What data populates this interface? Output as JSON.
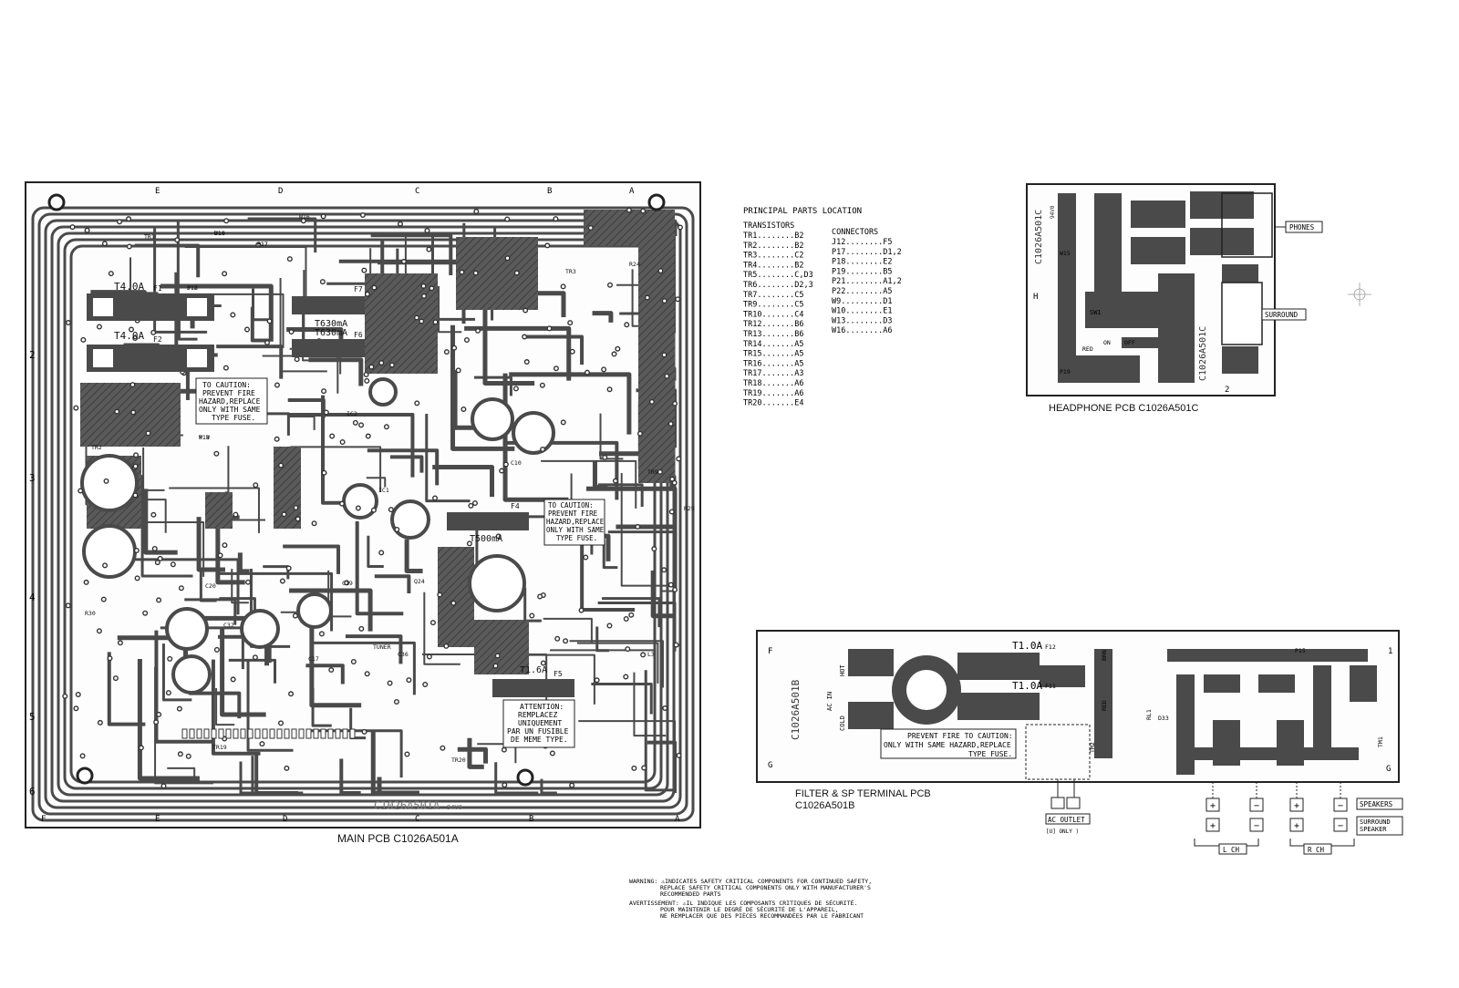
{
  "main_pcb": {
    "title": "MAIN PCB C1026A501A",
    "board_marking": "C1026A501A",
    "grade": "94V0",
    "grid_cols": [
      "F",
      "E",
      "D",
      "C",
      "B",
      "A"
    ],
    "grid_rows": [
      "2",
      "3",
      "4",
      "5",
      "6"
    ],
    "fuses": [
      {
        "ref": "F1",
        "rating": "T4.0A"
      },
      {
        "ref": "F2",
        "rating": "T4.0A"
      },
      {
        "ref": "F7",
        "rating": "T630mA"
      },
      {
        "ref": "F6",
        "rating": "T630mA"
      },
      {
        "ref": "F4",
        "rating": "T500mA"
      },
      {
        "ref": "F5",
        "rating": "T1.6A"
      }
    ],
    "caution_lines": [
      "TO CAUTION:",
      "PREVENT FIRE",
      "HAZARD,REPLACE",
      "ONLY WITH SAME",
      "TYPE FUSE."
    ],
    "attention_lines": [
      "ATTENTION:",
      "REMPLACEZ",
      "UNIQUEMENT",
      "PAR UN FUSIBLE",
      "DE MEME TYPE."
    ],
    "labels": [
      "P18",
      "P17",
      "W10",
      "W13",
      "W16",
      "TR1",
      "TR2",
      "TR3",
      "TR9",
      "TR19",
      "TR20",
      "IC1",
      "IC2",
      "C10",
      "C17",
      "C19",
      "C20",
      "C32",
      "C36",
      "R24",
      "R29",
      "R30",
      "Q24",
      "TUNER",
      "L3",
      "J12",
      "D17",
      "D18",
      "P.W"
    ]
  },
  "parts_location": {
    "title": "PRINCIPAL PARTS LOCATION",
    "transistors_header": "TRANSISTORS",
    "transistors": [
      "TR1........B2",
      "TR2........B2",
      "TR3........C2",
      "TR4........B2",
      "TR5........C,D3",
      "TR6........D2,3",
      "TR7........C5",
      "TR9........C5",
      "TR10.......C4",
      "TR12.......B6",
      "TR13.......B6",
      "TR14.......A5",
      "TR15.......A5",
      "TR16.......A5",
      "TR17.......A3",
      "TR18.......A6",
      "TR19.......A6",
      "TR20.......E4"
    ],
    "connectors_header": "CONNECTORS",
    "connectors": [
      "J12........F5",
      "P17........D1,2",
      "P18........E2",
      "P19........B5",
      "P21........A1,2",
      "P22........A5",
      "W9.........D1",
      "W10........E1",
      "W13........D3",
      "W16........A6"
    ]
  },
  "headphone_pcb": {
    "title": "HEADPHONE PCB C1026A501C",
    "board_marking": "C1026A501C",
    "grade": "94V0",
    "jack_labels": [
      "PHONES",
      "SURROUND"
    ],
    "labels": [
      "SW1",
      "W15",
      "RED",
      "OFF",
      "ON",
      "P19",
      "H",
      "2"
    ]
  },
  "filter_pcb": {
    "title_line1": "FILTER & SP TERMINAL PCB",
    "title_line2": "C1026A501B",
    "board_marking": "C1026A501B",
    "fuse_ratings": [
      "T1.0A",
      "T1.0A"
    ],
    "caution_lines": [
      "PREVENT FIRE TO CAUTION:",
      "ONLY WITH SAME HAZARD,REPLACE",
      "TYPE FUSE."
    ],
    "ac_labels": [
      "AC IN",
      "HOT",
      "COLD"
    ],
    "ac_outlet": "AC OUTLET",
    "ac_outlet_note": "[U] ONLY )",
    "speaker_labels": [
      "SPEAKERS",
      "SURROUND SPEAKER"
    ],
    "channels": [
      "L CH",
      "R CH"
    ],
    "grid_labels": [
      "F",
      "G",
      "G",
      "1"
    ],
    "labels": [
      "F11",
      "F12",
      "RL1",
      "BRN",
      "RED",
      "TM1",
      "TM2",
      "D33",
      "P15"
    ]
  },
  "warning": {
    "en_lines": [
      "WARNING: ⚠INDICATES SAFETY CRITICAL COMPONENTS  FOR CONTINUED SAFETY,",
      "REPLACE SAFETY CRITICAL COMPONENTS ONLY WITH MANUFACTURER'S",
      "RECOMMENDED PARTS"
    ],
    "fr_lines": [
      "AVERTISSEMENT: ⚠IL INDIQUE LES COMPOSANTS CRITIQUES DE SÉCURITÉ.",
      "POUR MAINTENIR LE DEGRÉ DE SÉCURITÉ DE L'APPAREIL,",
      "NE REMPLACER QUE DES PIÈCES RECOMMANDÉES PAR LE FABRICANT"
    ]
  },
  "colors": {
    "copper": "#4a4a4a",
    "board": "#fdfdfd",
    "ink": "#1a1a1a"
  }
}
